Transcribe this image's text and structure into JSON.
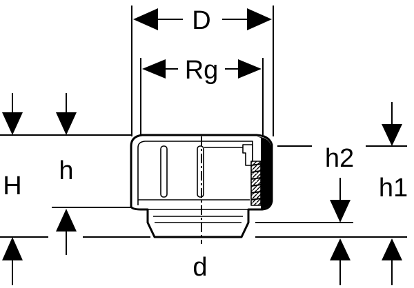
{
  "labels": {
    "D": "D",
    "Rg": "Rg",
    "H": "H",
    "h": "h",
    "h2": "h2",
    "h1": "h1",
    "d": "d"
  }
}
